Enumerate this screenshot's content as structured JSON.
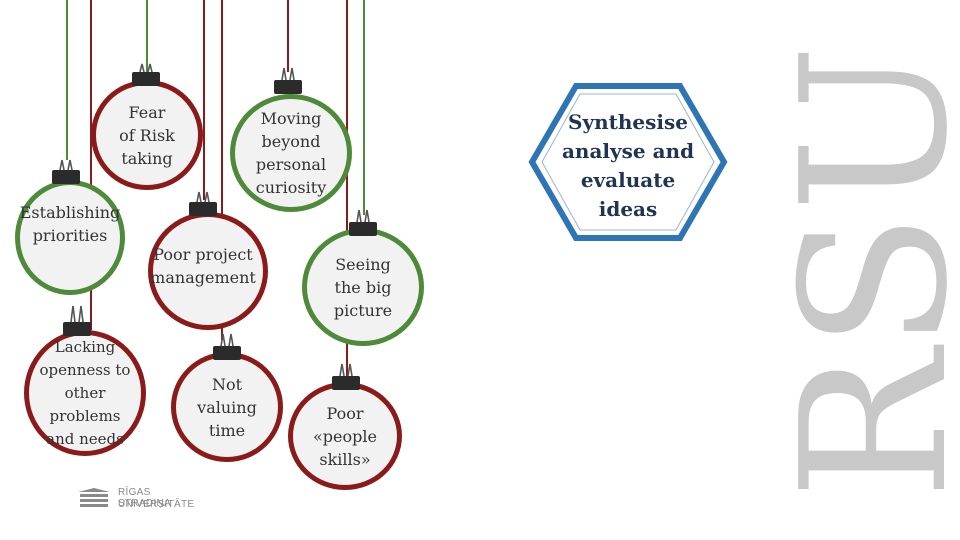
{
  "ornaments": {
    "fear": "Fear\nof Risk\ntaking",
    "moving": "Moving\nbeyond\npersonal\ncuriosity",
    "establishing": "Establishing\npriorities",
    "poor_project": "Poor project\nmanagement",
    "seeing": "Seeing\nthe big\npicture",
    "lacking": "Lacking\nopenness to\nother\nproblems\nand needs",
    "not_valuing": "Not\nvaluing\ntime",
    "poor_people": "Poor\n«people\nskills»"
  },
  "hexagon": {
    "text": "Synthesise\nanalyse and\nevaluate\nideas"
  },
  "watermark": {
    "text": "RSU"
  },
  "logo": {
    "line1": "RĪGAS STRADIŅA",
    "line2": "UNIVERSITĀTE"
  },
  "colors": {
    "red": "#8b1a1a",
    "green": "#4e8a3a",
    "hexagon_border": "#2e75b6",
    "hexagon_text": "#1f3552",
    "watermark": "#c8c8c8"
  }
}
